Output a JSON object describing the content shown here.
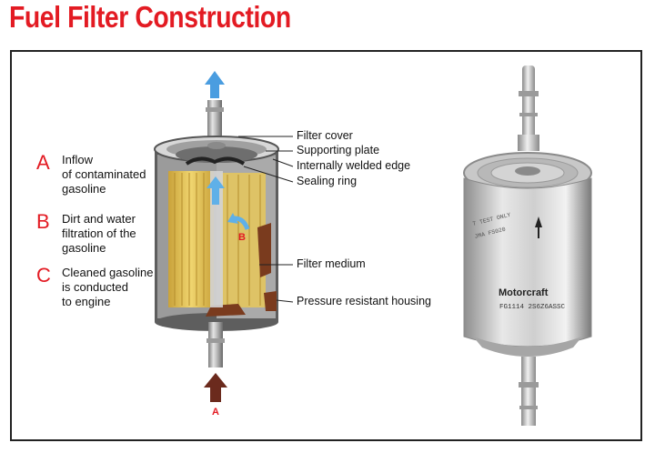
{
  "title": "Fuel Filter Construction",
  "stages": [
    {
      "letter": "A",
      "text": "Inflow\nof contaminated\ngasoline"
    },
    {
      "letter": "B",
      "text": "Dirt and water\nfiltration of the\ngasoline"
    },
    {
      "letter": "C",
      "text": "Cleaned gasoline\nis conducted\nto engine"
    }
  ],
  "callouts": {
    "filter_cover": "Filter cover",
    "supporting_plate": "Supporting plate",
    "welded_edge": "Internally welded edge",
    "sealing_ring": "Sealing ring",
    "filter_medium": "Filter medium",
    "housing": "Pressure resistant housing"
  },
  "diagram_marks": {
    "inflow": "A",
    "filtration": "B"
  },
  "product": {
    "brand": "Motorcraft",
    "part_number": "FG1114  2S6Z6ASSC",
    "side_text_1": "T  TEST  ONLY",
    "side_text_2": "JMA  FS020"
  },
  "colors": {
    "title": "#e31b23",
    "letter": "#e31b23",
    "arrow_out": "#4a9de0",
    "arrow_in": "#6b2a1d",
    "medium": "#e8c85a"
  }
}
